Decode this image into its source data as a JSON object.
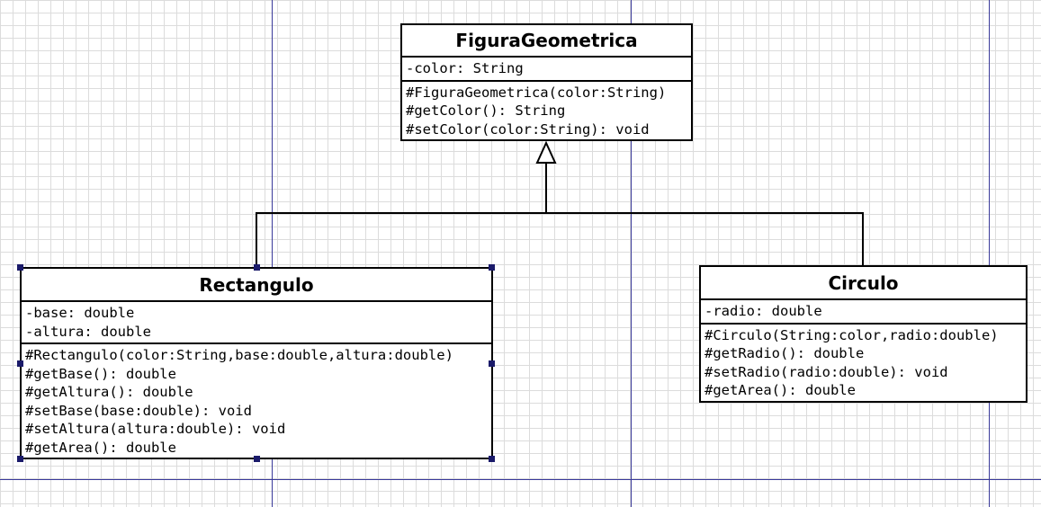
{
  "classes": {
    "figura": {
      "name": "FiguraGeometrica",
      "attributes": [
        "-color: String"
      ],
      "methods": [
        "#FiguraGeometrica(color:String)",
        "#getColor(): String",
        "#setColor(color:String): void"
      ]
    },
    "rectangulo": {
      "name": "Rectangulo",
      "attributes": [
        "-base: double",
        "-altura: double"
      ],
      "methods": [
        "#Rectangulo(color:String,base:double,altura:double)",
        "#getBase(): double",
        "#getAltura(): double",
        "#setBase(base:double): void",
        "#setAltura(altura:double): void",
        "#getArea(): double"
      ]
    },
    "circulo": {
      "name": "Circulo",
      "attributes": [
        "-radio: double"
      ],
      "methods": [
        "#Circulo(String:color,radio:double)",
        "#getRadio(): double",
        "#setRadio(radio:double): void",
        "#getArea(): double"
      ]
    }
  },
  "colors": {
    "guide_line": "#3a3a9a",
    "grid": "#dcdcdc",
    "selection_handle": "#1a1a6a"
  }
}
